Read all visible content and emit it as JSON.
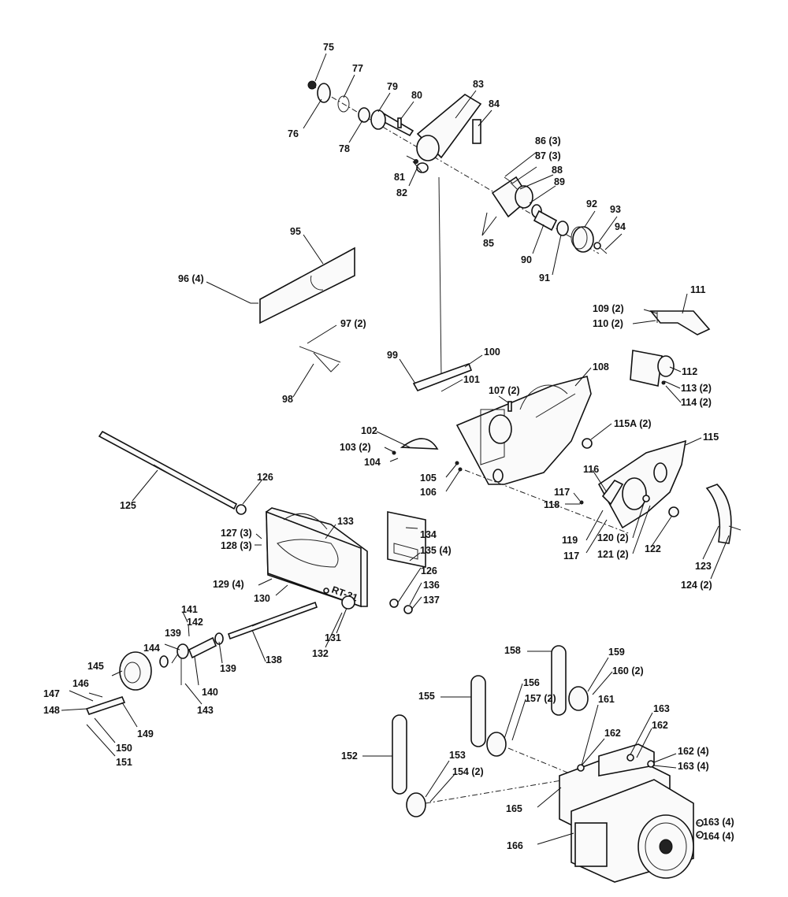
{
  "labels": {
    "l75": "75",
    "l76": "76",
    "l77": "77",
    "l78": "78",
    "l79": "79",
    "l80": "80",
    "l81": "81",
    "l82": "82",
    "l83": "83",
    "l84": "84",
    "l85": "85",
    "l86": "86 (3)",
    "l87": "87 (3)",
    "l88": "88",
    "l89": "89",
    "l90": "90",
    "l91": "91",
    "l92": "92",
    "l93": "93",
    "l94": "94",
    "l95": "95",
    "l96": "96 (4)",
    "l97": "97 (2)",
    "l98": "98",
    "l99": "99",
    "l100": "100",
    "l101": "101",
    "l102": "102",
    "l103": "103 (2)",
    "l104": "104",
    "l105": "105",
    "l106": "106",
    "l107": "107 (2)",
    "l108": "108",
    "l109": "109 (2)",
    "l110": "110 (2)",
    "l111": "111",
    "l112": "112",
    "l113": "113 (2)",
    "l114": "114 (2)",
    "l115a": "115A (2)",
    "l115": "115",
    "l116": "116",
    "l117a": "117",
    "l118": "118",
    "l119": "119",
    "l117b": "117",
    "l120": "120 (2)",
    "l121": "121 (2)",
    "l122": "122",
    "l123": "123",
    "l124": "124 (2)",
    "l125": "125",
    "l126a": "126",
    "l127": "127 (3)",
    "l128": "128 (3)",
    "l129": "129 (4)",
    "l130": "130",
    "l131": "131",
    "l132": "132",
    "l133": "133",
    "l134": "134",
    "l135": "135 (4)",
    "l126b": "126",
    "l136": "136",
    "l137": "137",
    "l138": "138",
    "l139a": "139",
    "l139b": "139",
    "l140": "140",
    "l141": "141",
    "l142": "142",
    "l143": "143",
    "l144": "144",
    "l145": "145",
    "l146": "146",
    "l147": "147",
    "l148": "148",
    "l149": "149",
    "l150": "150",
    "l151": "151",
    "l152": "152",
    "l153": "153",
    "l154": "154 (2)",
    "l155": "155",
    "l156": "156",
    "l157": "157 (2)",
    "l158": "158",
    "l159": "159",
    "l160": "160 (2)",
    "l161": "161",
    "l162a": "162",
    "l163a": "163",
    "l162b": "162",
    "l162c": "162 (4)",
    "l163b": "163 (4)",
    "l165": "165",
    "l163c": "163 (4)",
    "l164": "164 (4)",
    "l166": "166"
  },
  "stamp": "RT-31"
}
